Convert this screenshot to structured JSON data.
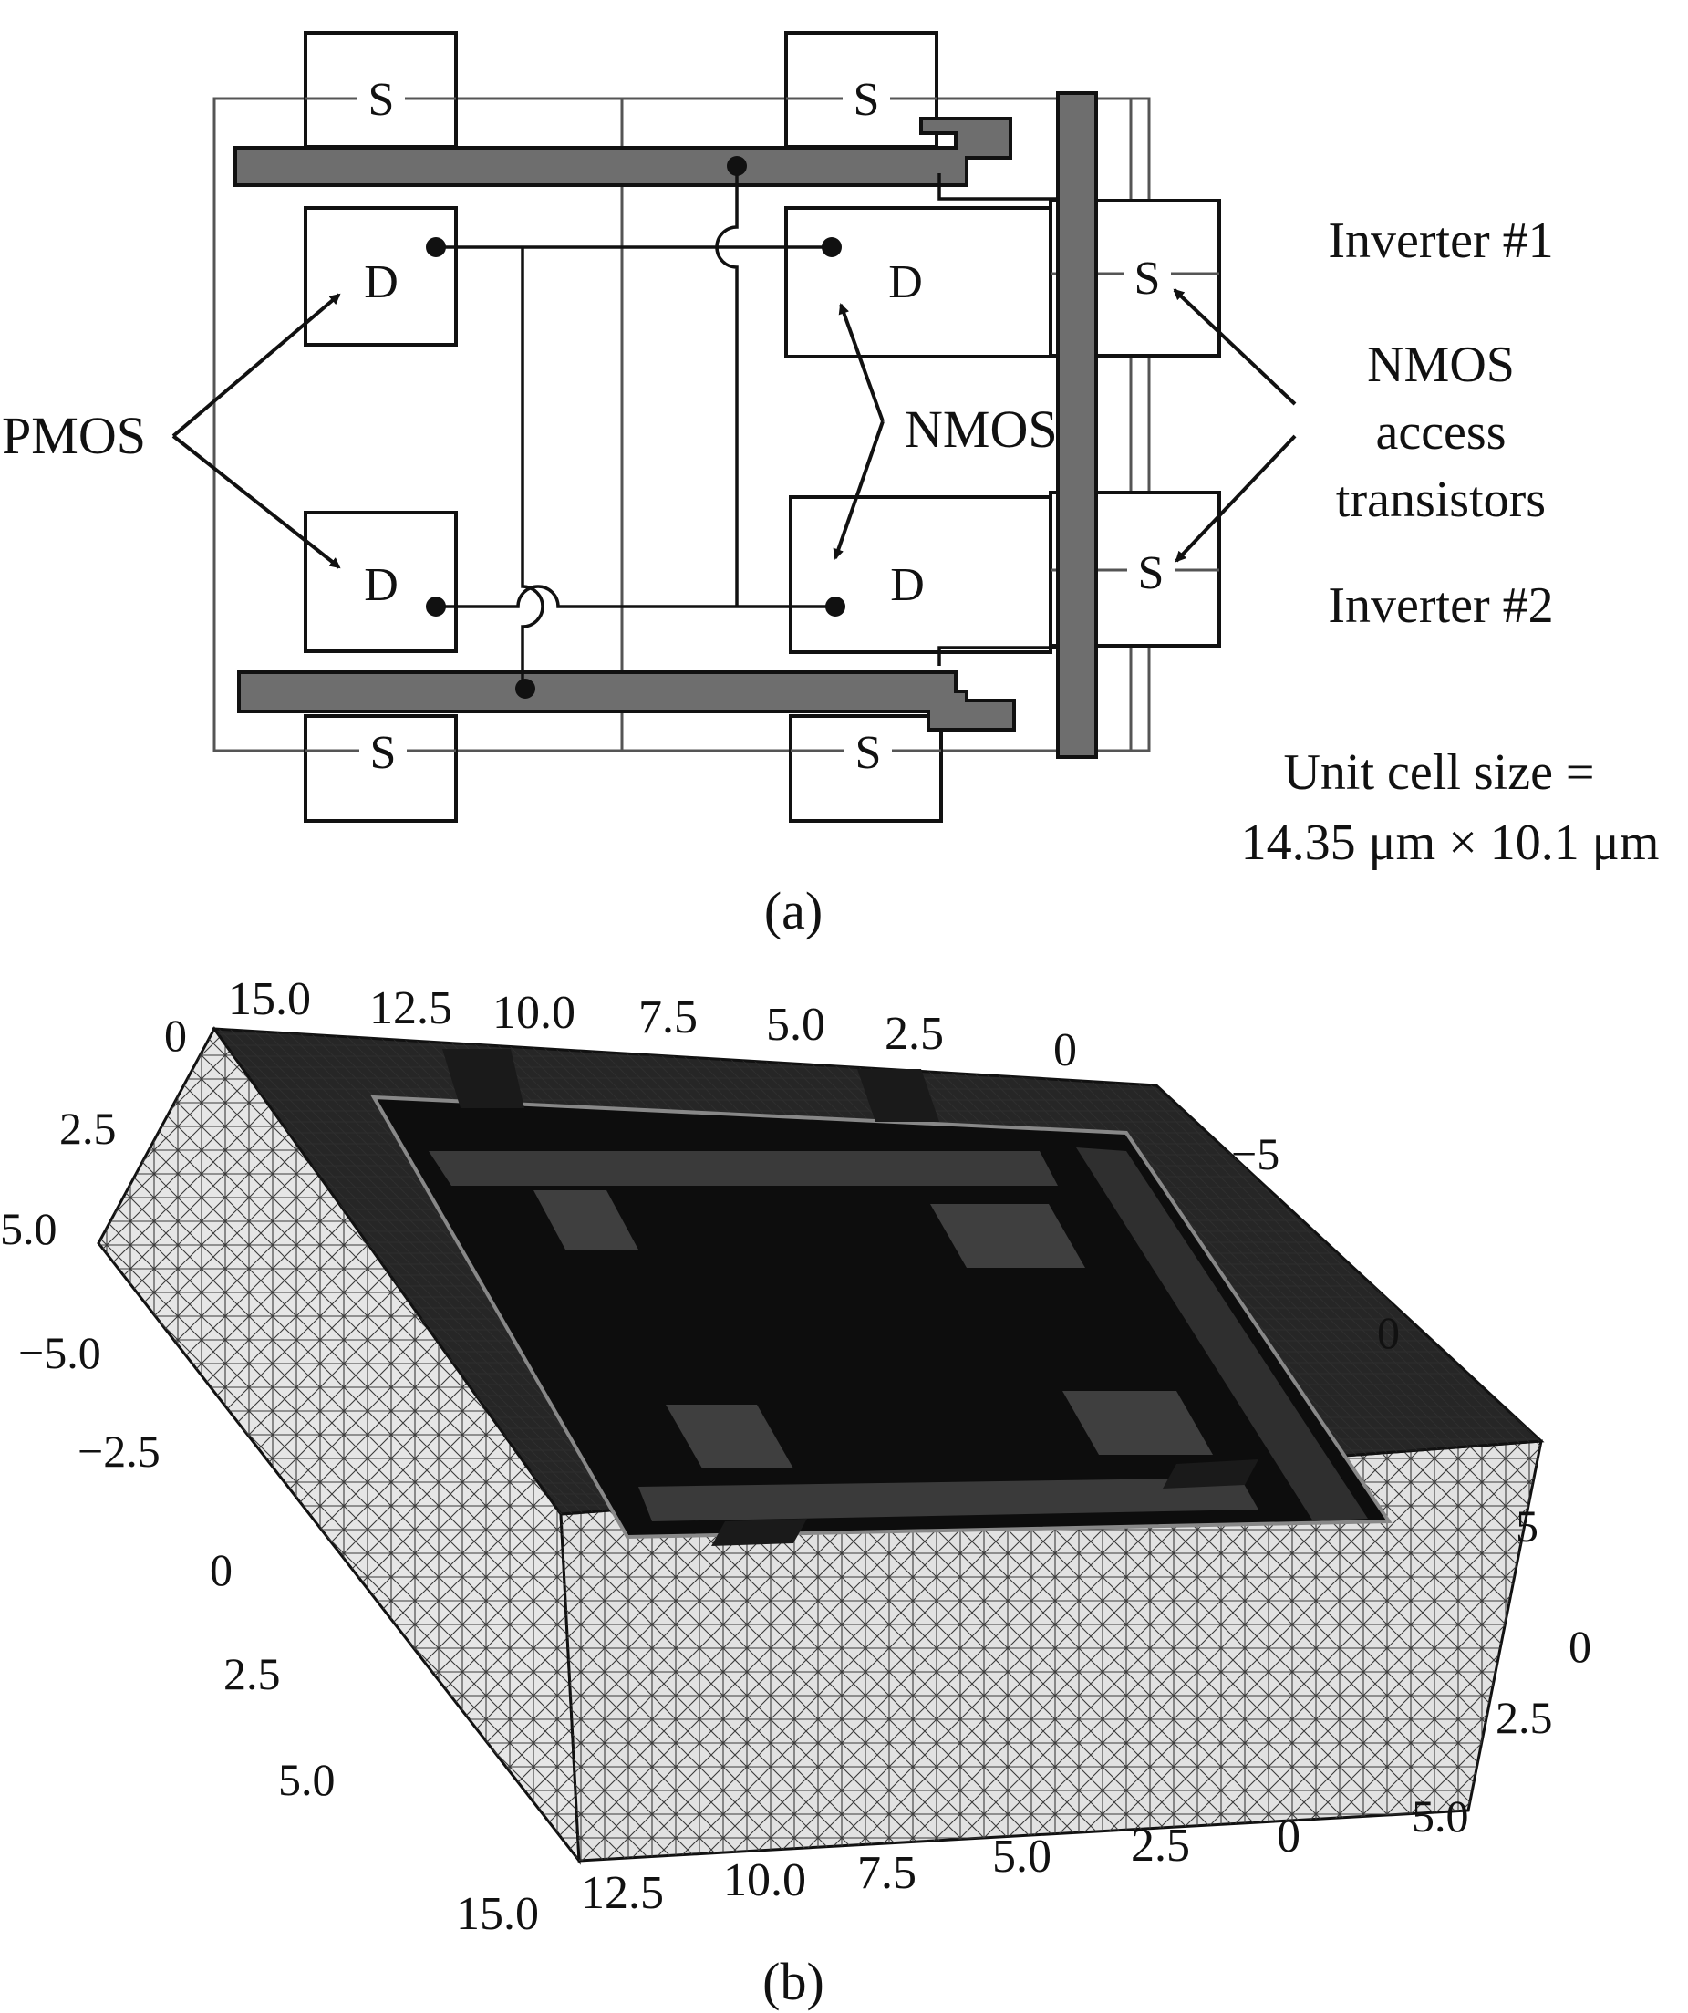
{
  "panel_a": {
    "transistor_labels": {
      "source": "S",
      "drain": "D"
    },
    "callouts": {
      "pmos": "PMOS",
      "nmos": "NMOS",
      "access_line1": "NMOS",
      "access_line2": "access",
      "access_line3": "transistors",
      "inverter1": "Inverter #1",
      "inverter2": "Inverter #2",
      "cell_size_line1": "Unit cell size =",
      "cell_size_line2": "14.35 μm × 10.1 μm"
    },
    "caption": "(a)"
  },
  "panel_b": {
    "axes": {
      "top_x_ticks": [
        "15.0",
        "12.5",
        "10.0",
        "7.5",
        "5.0",
        "2.5",
        "0"
      ],
      "top_left_ticks": [
        "0",
        "2.5",
        "5.0"
      ],
      "left_ticks": [
        "−5.0",
        "−2.5",
        "0",
        "2.5",
        "5.0"
      ],
      "right_ticks": [
        "−5",
        "0",
        "5"
      ],
      "right_z_ticks": [
        "0",
        "2.5",
        "5.0"
      ],
      "bottom_x_ticks": [
        "15.0",
        "12.5",
        "10.0",
        "7.5",
        "5.0",
        "2.5",
        "0"
      ]
    },
    "caption": "(b)"
  }
}
